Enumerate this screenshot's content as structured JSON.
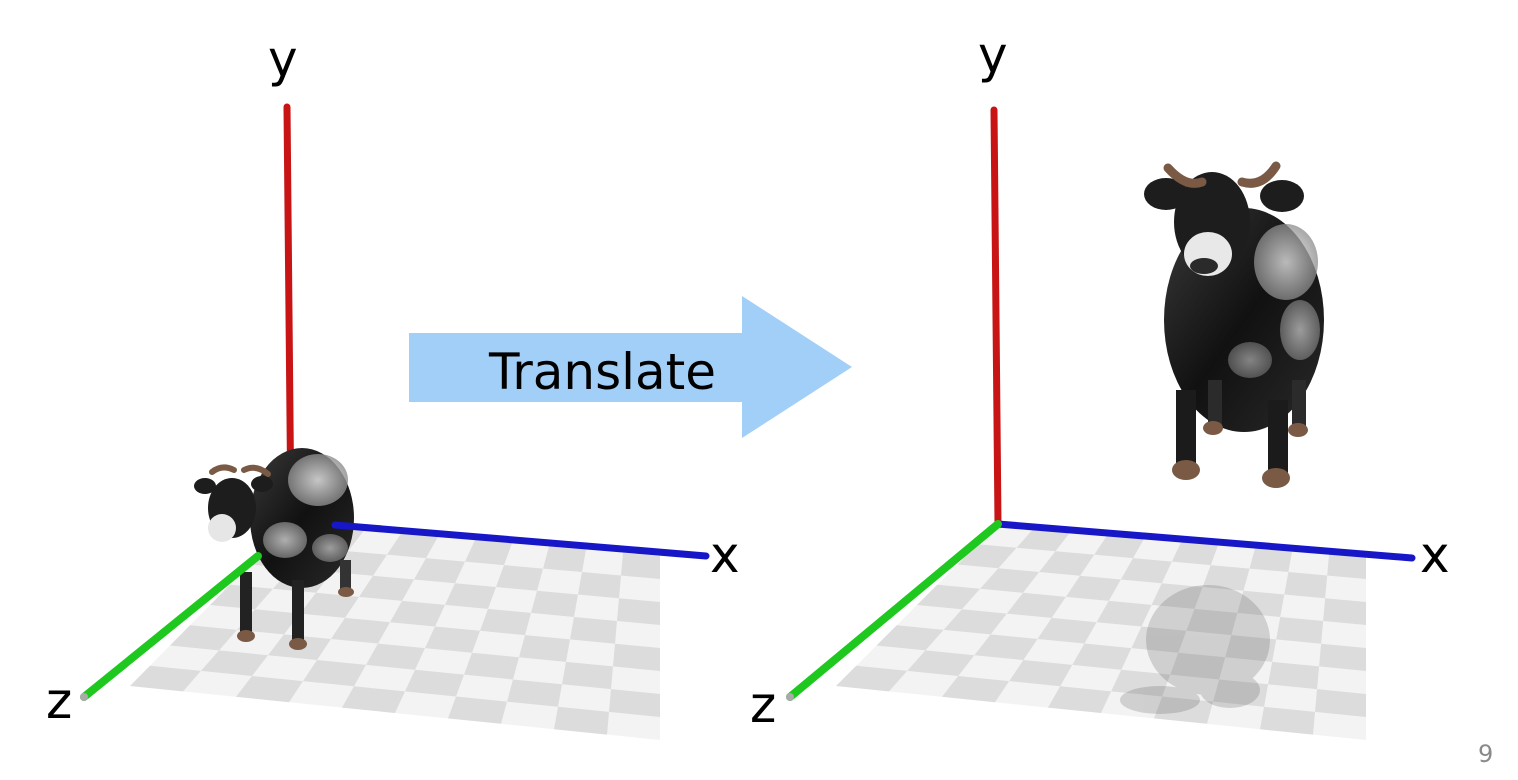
{
  "arrow": {
    "label": "Translate",
    "color": "#a2cff8"
  },
  "left_panel": {
    "y_label": "y",
    "x_label": "x",
    "z_label": "z"
  },
  "right_panel": {
    "y_label": "y",
    "x_label": "x",
    "z_label": "z"
  },
  "axis_colors": {
    "x": "#1717c8",
    "y": "#c81414",
    "z": "#1ec81e"
  },
  "page_number": "9"
}
